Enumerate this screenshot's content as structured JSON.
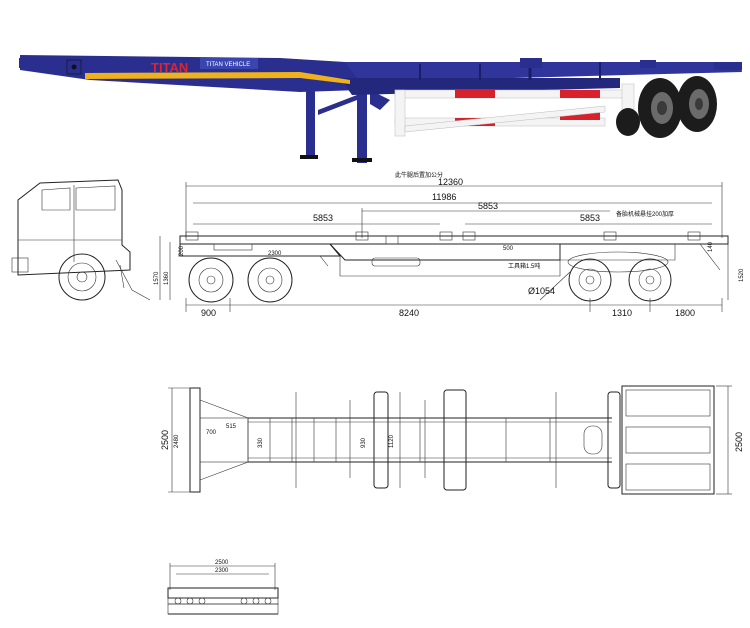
{
  "photo": {
    "brand_text": "TITAN",
    "badge_text": "TITAN VEHICLE",
    "colors": {
      "frame": "#2a2f8f",
      "stripe": "#f0b21b",
      "guard_red": "#d8212a",
      "guard_white": "#f4f4f4",
      "tire": "#1c1c1c"
    }
  },
  "side_view": {
    "top_note": "此牛腿后置加公分",
    "mid_note": "备胎机械悬挂200加厚",
    "tool_box_note": "工具箱1.5吨",
    "dims": {
      "overall_length": "12360",
      "inner_length": "11986",
      "pitch_left": "5853",
      "pitch_mid": "5853",
      "pitch_right": "5853",
      "kingpin_setback": "2300",
      "frame_height": "500",
      "wheel_dia": "Ø1054",
      "height_left_1": "1570",
      "height_left_2": "1360",
      "height_left_3": "200",
      "height_right_1": "1520",
      "height_right_2": "140",
      "front_overhang": "900",
      "wheelbase": "8240",
      "axle_spread": "1310",
      "rear_overhang": "1800"
    }
  },
  "plan_view": {
    "dims": {
      "width_left": "2500",
      "width_left_inner": "2480",
      "width_right": "2500",
      "beam_930": "930",
      "beam_1120": "1120",
      "kp_a": "330",
      "kp_b": "515",
      "kp_c": "700"
    }
  },
  "rear_view": {
    "dims": {
      "top": "2500",
      "inner": "2300"
    }
  }
}
